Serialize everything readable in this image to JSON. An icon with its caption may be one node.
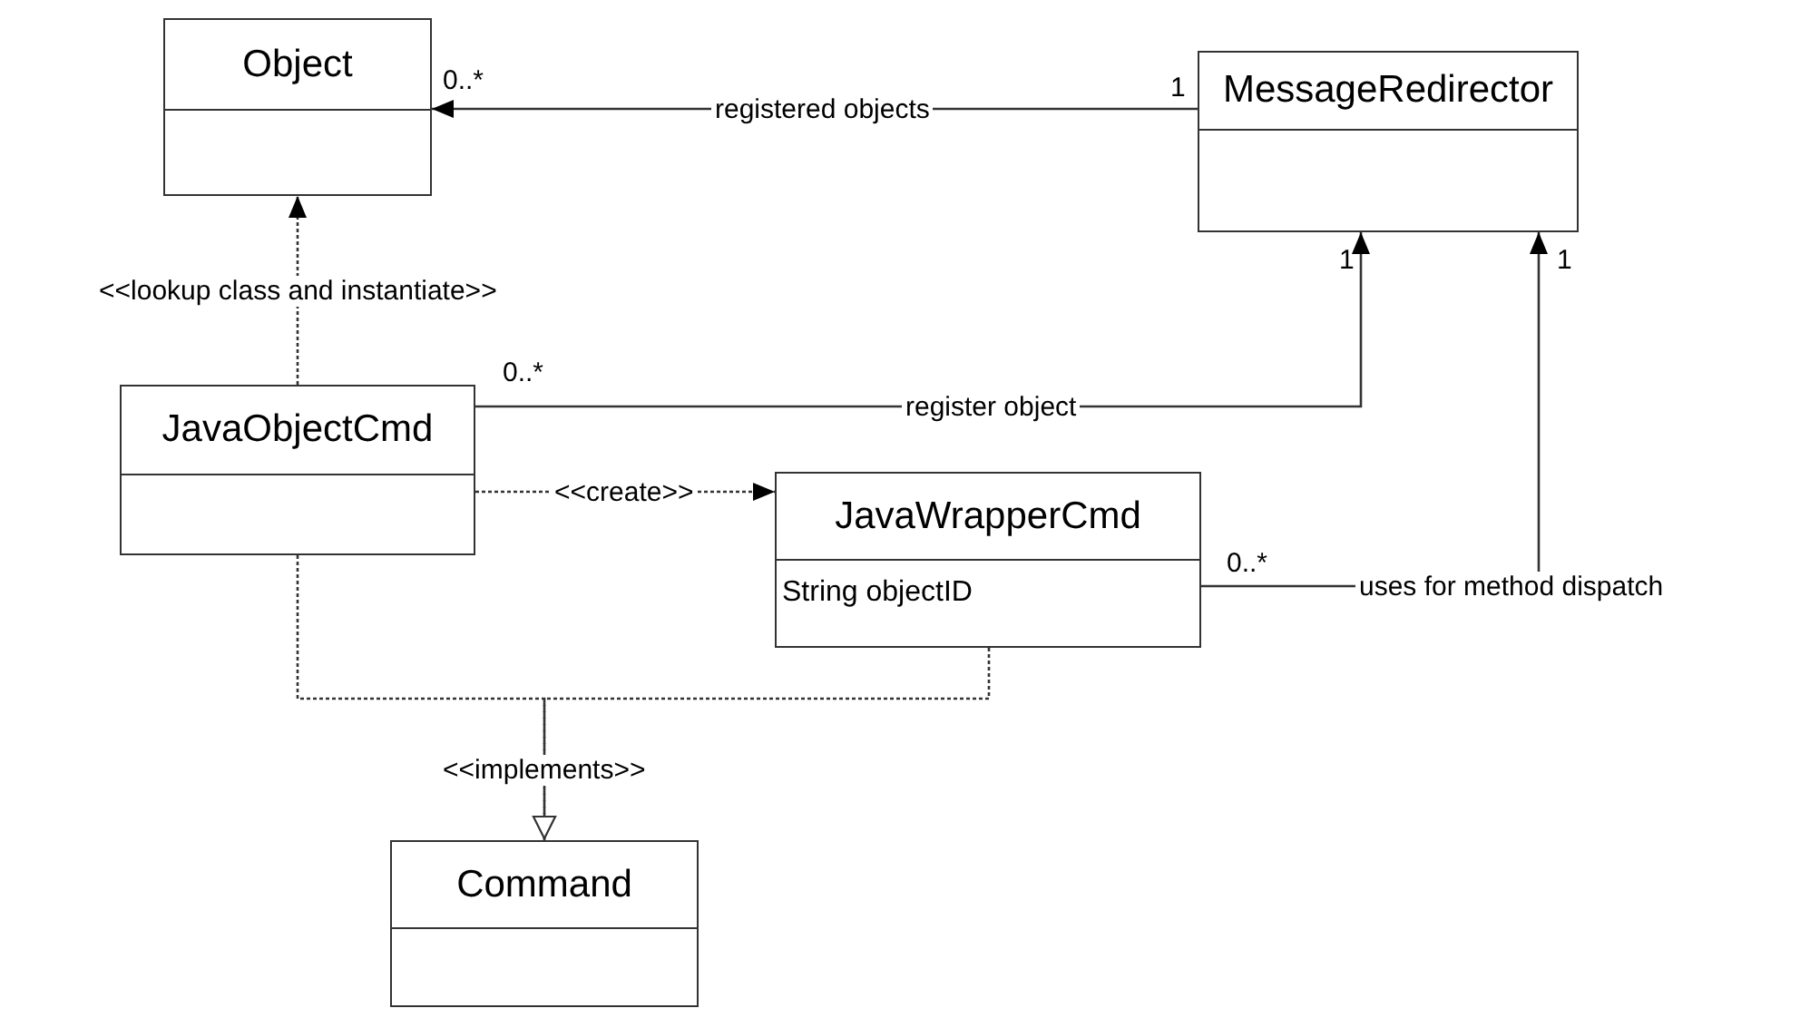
{
  "diagram": {
    "nodes": [
      {
        "text": [
          "Object"
        ]
      },
      {
        "text": [
          "MessageRedirector"
        ]
      },
      {
        "text": [
          "JavaObjectCmd"
        ]
      },
      {
        "text": [
          "JavaWrapperCmd",
          "String objectID"
        ]
      },
      {
        "text": [
          "Command"
        ]
      }
    ],
    "edges": [
      {
        "from": 1,
        "to": 0,
        "arrow": "to",
        "label": "registered objects"
      },
      {
        "from": 2,
        "to": 0,
        "arrow": "to",
        "label": "<<lookup class and instantiate>>",
        "style": "dashed"
      },
      {
        "from": 2,
        "to": 1,
        "arrow": "to",
        "label": "register object"
      },
      {
        "from": 2,
        "to": 3,
        "arrow": "to",
        "label": "<<create>>",
        "style": "dashed"
      },
      {
        "from": 3,
        "to": 1,
        "arrow": "to",
        "label": "uses for method dispatch"
      },
      {
        "from": 2,
        "to": 4,
        "arrow": "to",
        "label": "<<implements>>",
        "style": "dashed"
      },
      {
        "from": 3,
        "to": 4,
        "arrow": "to",
        "style": "dashed"
      }
    ],
    "labels": [
      "0..*",
      "1",
      "1",
      "1",
      "0..*",
      "0..*"
    ]
  }
}
